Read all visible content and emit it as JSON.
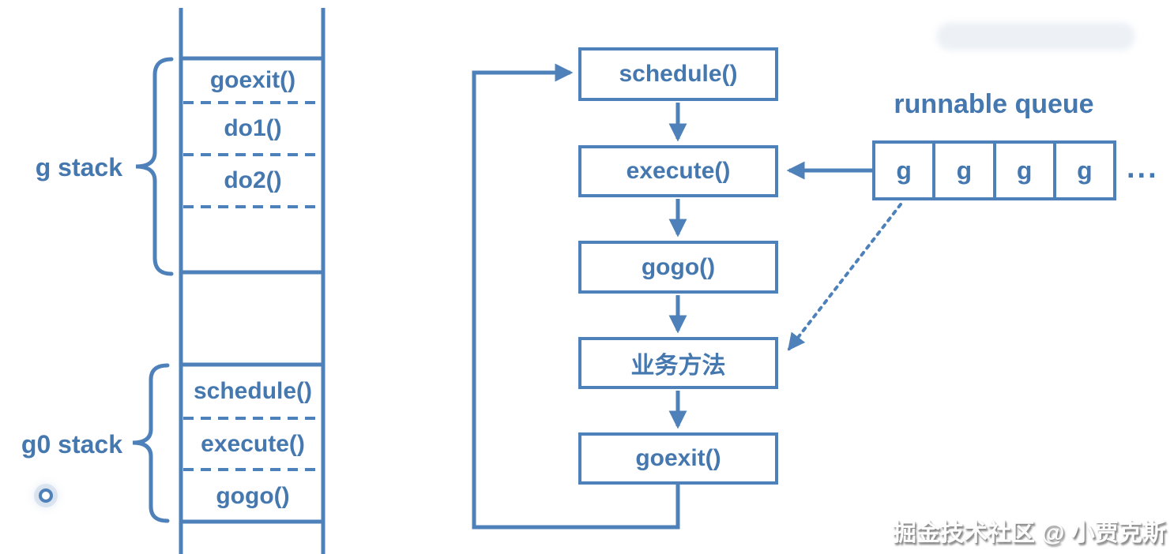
{
  "colors": {
    "accent": "#4e81ba",
    "text_blue": "#4678b0",
    "background": "#ffffff"
  },
  "left_stack": {
    "g_label": "g stack",
    "g0_label": "g0 stack",
    "g_frames": [
      "goexit()",
      "do1()",
      "do2()"
    ],
    "g0_frames": [
      "schedule()",
      "execute()",
      "gogo()"
    ]
  },
  "flowchart": {
    "schedule": "schedule()",
    "execute": "execute()",
    "gogo": "gogo()",
    "business": "业务方法",
    "goexit": "goexit()"
  },
  "runnable_queue": {
    "title": "runnable queue",
    "cells": [
      "g",
      "g",
      "g",
      "g"
    ],
    "ellipsis": "..."
  },
  "watermark": "掘金技术社区 @ 小贾克斯"
}
